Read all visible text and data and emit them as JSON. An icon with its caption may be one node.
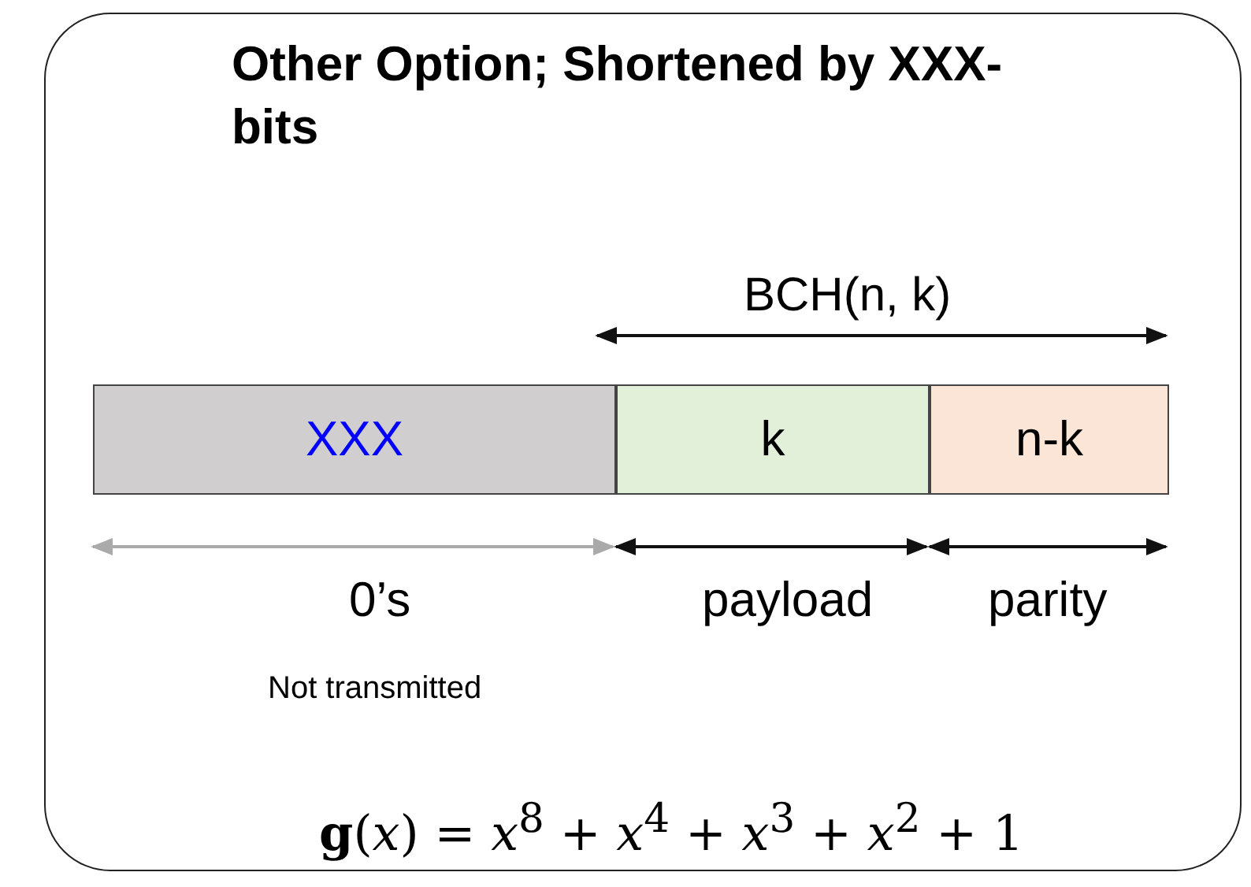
{
  "diagram": {
    "nodes": [
      {
        "text": [
          "Other Option; Shortened by XXX-bits"
        ]
      },
      {
        "text": [
          "XXX"
        ],
        "in": 0
      },
      {
        "text": [
          "k"
        ],
        "in": 0
      },
      {
        "text": [
          "n-k"
        ],
        "in": 0
      }
    ],
    "labels": [
      "BCH(n, k)",
      "0’s",
      "Not transmitted",
      "payload",
      "parity",
      "**g**(*x*) = *x*$^{8}$ + *x*$^{4}$ + *x*$^{3}$ + *x*$^{2}$ + 1"
    ]
  }
}
